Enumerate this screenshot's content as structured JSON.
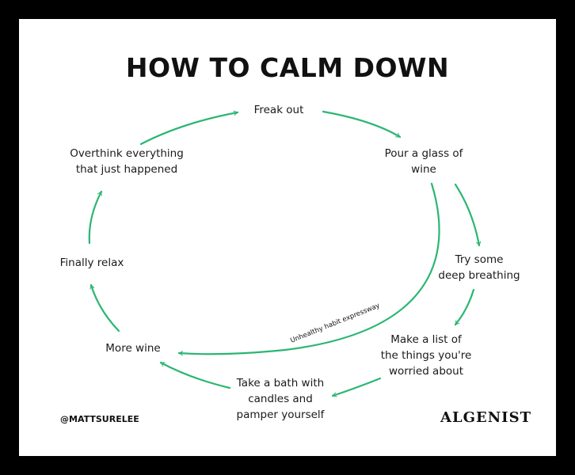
{
  "title": "HOW TO CALM DOWN",
  "steps": [
    "Freak out",
    "Pour a glass of\nwine",
    "Try some\ndeep breathing",
    "Make a list of\nthe things you're\nworried about",
    "Take a bath with\ncandles and\npamper yourself",
    "More wine",
    "Finally relax",
    "Overthink everything\nthat just happened"
  ],
  "shortcut_label": "Unhealthy habit expressway",
  "credit": "@MATTSURELEE",
  "logo": "ALGENIST",
  "colors": {
    "arrow": "#2bb673",
    "text": "#1a1a1a",
    "border": "#000000"
  }
}
